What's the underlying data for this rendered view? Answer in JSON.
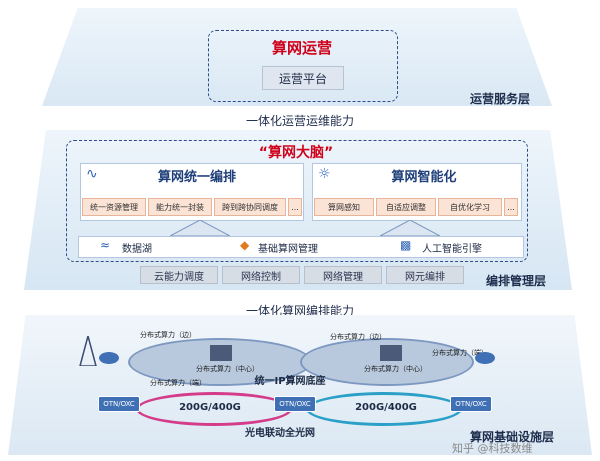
{
  "top": {
    "title": "算网运营",
    "platform": "运营平台",
    "layer_label": "运营服务层"
  },
  "middle": {
    "capability": "一体化运营运维能力",
    "brain_title": "“算网大脑”",
    "left_panel": {
      "title": "算网统一编排",
      "items": [
        "统一资源管理",
        "能力统一封装",
        "跨到跨协同调度",
        "..."
      ]
    },
    "right_panel": {
      "title": "算网智能化",
      "items": [
        "算网感知",
        "自适应调整",
        "自优化学习",
        "..."
      ]
    },
    "bases": [
      "数据湖",
      "基础算网管理",
      "人工智能引擎"
    ],
    "gray_bar": [
      "云能力调度",
      "网络控制",
      "网络管理",
      "网元编排"
    ],
    "layer_label": "编排管理层"
  },
  "bottom": {
    "capability": "一体化算网编排能力",
    "edge_left": "分布式算力（边）",
    "edge_right": "分布式算力（边）",
    "center_left": "分布式算力（中心）",
    "center_right": "分布式算力（中心）",
    "end_right": "分布式算力（端）",
    "end_left": "分布式算力（端）",
    "ip_base": "统一IP算网底座",
    "otn": [
      "OTN/OXC",
      "OTN/OXC",
      "OTN/OXC"
    ],
    "link_speed": [
      "200G/400G",
      "200G/400G"
    ],
    "optical": "光电联动全光网",
    "layer_label": "算网基础设施层"
  },
  "watermark": "知乎 @科技数维"
}
